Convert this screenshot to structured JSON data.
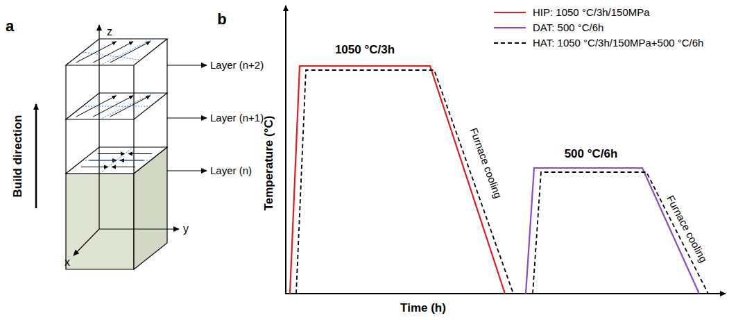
{
  "diagram": {
    "labels": [
      "a",
      "b",
      "z",
      "y",
      "x",
      "Layer (n+2)",
      "Layer (n+1)",
      "Layer (n)",
      "Build direction",
      "1050 °C/3h",
      "500 °C/6h",
      "Furnace cooling",
      "Furnace cooling",
      "Temperature (°C)",
      "Time (h)"
    ],
    "legend": [
      {
        "text": "HIP: 1050 °C/3h/150MPa"
      },
      {
        "text": "DAT: 500 °C/6h"
      },
      {
        "text": "HAT: 1050 °C/3h/150MPa+500 °C/6h"
      }
    ]
  }
}
